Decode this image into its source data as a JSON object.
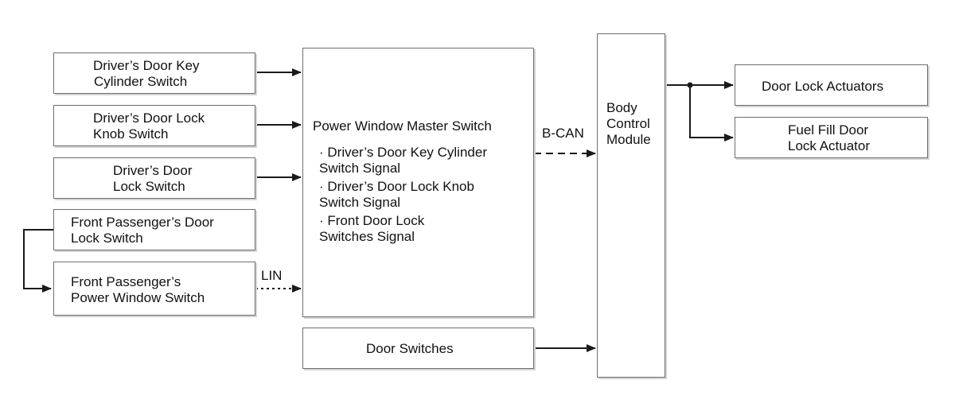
{
  "inputs": {
    "key_cylinder": [
      "Driver’s Door Key",
      "Cylinder Switch"
    ],
    "lock_knob": [
      "Driver’s Door Lock",
      "Knob Switch"
    ],
    "lock_switch": [
      "Driver’s Door",
      "Lock Switch"
    ],
    "passenger_lock": [
      "Front Passenger’s Door",
      "Lock Switch"
    ],
    "passenger_window": [
      "Front Passenger’s",
      "Power Window Switch"
    ]
  },
  "master": {
    "title": "Power Window Master Switch",
    "signals": [
      [
        "· Driver’s Door Key Cylinder",
        "Switch Signal"
      ],
      [
        "· Driver’s Door Lock Knob",
        "Switch Signal"
      ],
      [
        "· Front Door Lock",
        "Switches Signal"
      ]
    ]
  },
  "door_switches": "Door Switches",
  "bcm": [
    "Body",
    "Control",
    "Module"
  ],
  "outputs": {
    "door_lock_actuators": "Door Lock Actuators",
    "fuel_fill": [
      "Fuel Fill Door",
      "Lock Actuator"
    ]
  },
  "links": {
    "lin": "LIN",
    "bcan": "B-CAN"
  }
}
